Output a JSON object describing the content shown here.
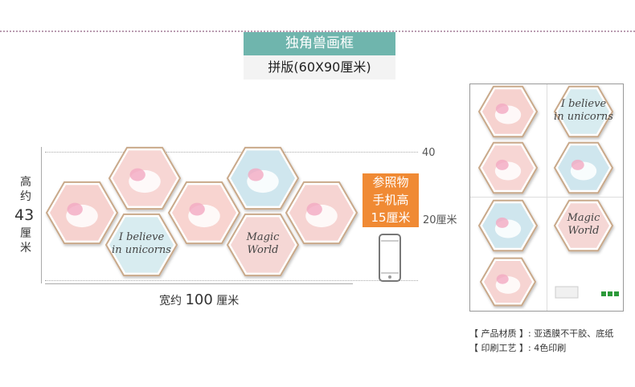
{
  "header": {
    "title": "独角兽画框",
    "subtitle": "拼版(60X90厘米)"
  },
  "dimensions": {
    "height_label_1": "高",
    "height_label_2": "约",
    "height_value": "43",
    "height_unit": "厘",
    "height_unit_2": "米",
    "width_prefix": "宽约",
    "width_value": "100",
    "width_unit": "厘米",
    "mark_40": "40",
    "mark_20": "20厘米"
  },
  "reference": {
    "line1": "参照物",
    "line2": "手机高",
    "line3": "15厘米"
  },
  "frames": [
    {
      "id": "unicorn-moon",
      "color": "#f6d2cf",
      "text": ""
    },
    {
      "id": "unicorn-crown",
      "color": "#f7d6d4",
      "text": ""
    },
    {
      "id": "i-believe",
      "color": "#d8ecf0",
      "text": "I believe in unicorns"
    },
    {
      "id": "unicorn-running",
      "color": "#f8d4d0",
      "text": ""
    },
    {
      "id": "unicorn-cloud",
      "color": "#cfe6ee",
      "text": ""
    },
    {
      "id": "magic-world",
      "color": "#f5d7d5",
      "text": "Magic World"
    },
    {
      "id": "unicorn-rainbow",
      "color": "#f6d4d2",
      "text": ""
    }
  ],
  "info": {
    "material_label": "【 产品材质 】",
    "material_value": ":  亚透膜不干胶、底纸",
    "print_label": "【 印刷工艺 】",
    "print_value": ":  4色印刷"
  },
  "colors": {
    "accent": "#6fb5ad",
    "orange": "#f08a34",
    "frame_gold": "#c9a98a"
  }
}
